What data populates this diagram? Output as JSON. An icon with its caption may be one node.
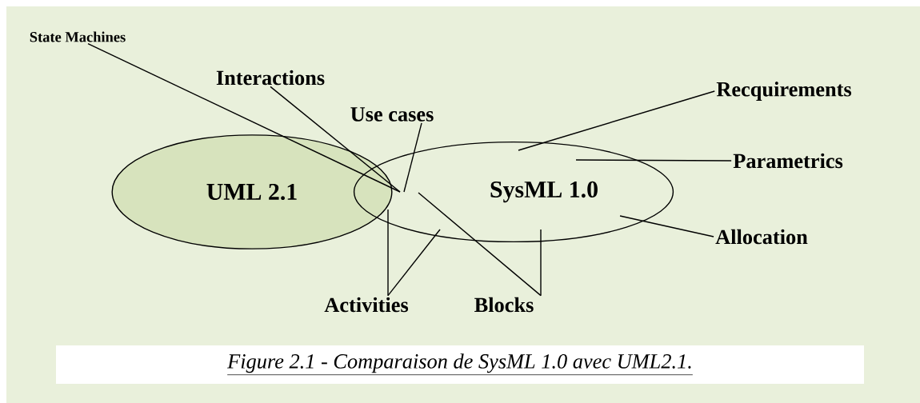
{
  "diagram": {
    "caption": "Figure 2.1 - Comparaison de SysML 1.0 avec UML2.1.",
    "nodes": [
      {
        "text": [
          "UML 2.1"
        ]
      },
      {
        "text": [
          "SysML 1.0"
        ]
      },
      {
        "text": [
          "State Machines"
        ]
      },
      {
        "text": [
          "Interactions"
        ]
      },
      {
        "text": [
          "Use cases"
        ]
      },
      {
        "text": [
          "Recquirements"
        ]
      },
      {
        "text": [
          "Parametrics"
        ]
      },
      {
        "text": [
          "Allocation"
        ]
      },
      {
        "text": [
          "Activities"
        ]
      },
      {
        "text": [
          "Blocks"
        ]
      }
    ],
    "edges": [
      {
        "from": 2,
        "to": 1,
        "arrow": "none"
      },
      {
        "from": 3,
        "to": 1,
        "arrow": "none"
      },
      {
        "from": 4,
        "to": 1,
        "arrow": "none"
      },
      {
        "from": 5,
        "to": 1,
        "arrow": "none"
      },
      {
        "from": 6,
        "to": 1,
        "arrow": "none"
      },
      {
        "from": 7,
        "to": 1,
        "arrow": "none"
      },
      {
        "from": 8,
        "to": 1,
        "arrow": "none"
      },
      {
        "from": 8,
        "to": 1,
        "arrow": "none"
      },
      {
        "from": 9,
        "to": 1,
        "arrow": "none"
      },
      {
        "from": 9,
        "to": 1,
        "arrow": "none"
      }
    ]
  }
}
